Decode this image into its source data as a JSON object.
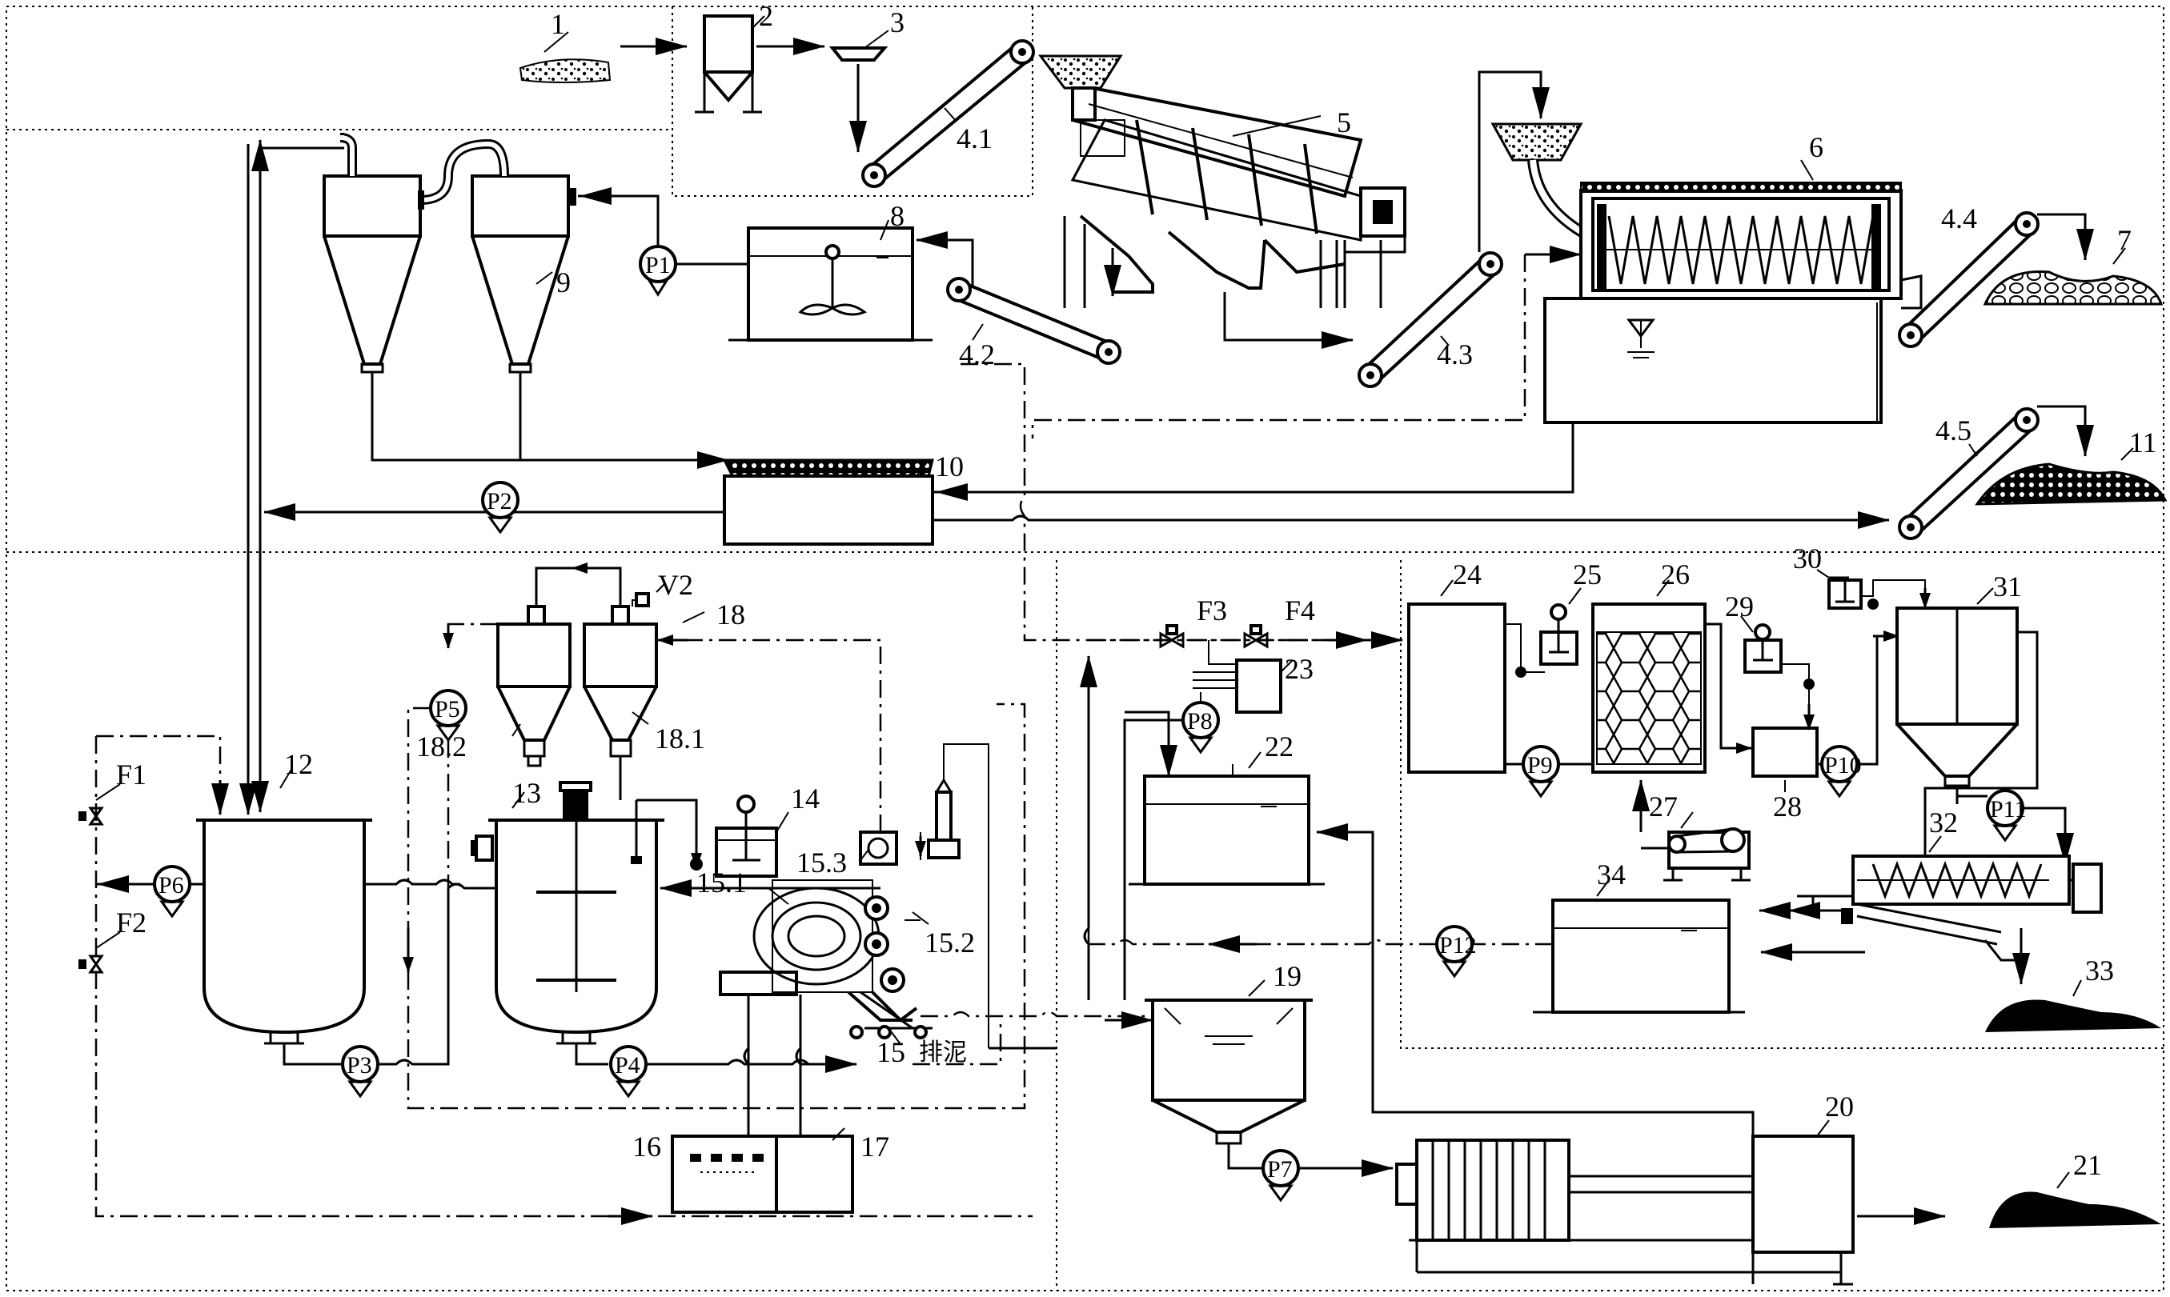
{
  "labels": {
    "raw_material": "1",
    "silo": "2",
    "hopper": "3",
    "conveyor_4_1": "4.1",
    "trommel": "5",
    "washer": "6",
    "pile_7": "7",
    "stir_tank_8": "8",
    "cyclone_9": "9",
    "screen_10": "10",
    "pile_11": "11",
    "tank_12": "12",
    "reactor_13": "13",
    "dosing_14": "14",
    "unit_15": "15",
    "unit_15_1": "15.1",
    "unit_15_2": "15.2",
    "unit_15_3": "15.3",
    "cabinet_16": "16",
    "box_17": "17",
    "cyclone_18": "18",
    "cyclone_18_1": "18.1",
    "cyclone_18_2": "18.2",
    "settler_19": "19",
    "filter_press_20": "20",
    "pile_21": "21",
    "tank_22": "22",
    "box_23": "23",
    "box_24": "24",
    "dosing_25": "25",
    "bio_reactor_26": "26",
    "blower_27": "27",
    "box_28": "28",
    "dosing_29": "29",
    "dosing_30": "30",
    "clarifier_31": "31",
    "screw_32": "32",
    "pile_33": "33",
    "tank_34": "34",
    "conveyor_4_2": "4.2",
    "conveyor_4_3": "4.3",
    "conveyor_4_4": "4.4",
    "conveyor_4_5": "4.5",
    "valve_v2": "V2",
    "valve_f1": "F1",
    "valve_f2": "F2",
    "valve_f3": "F3",
    "valve_f4": "F4",
    "sludge_note": "排泥"
  },
  "pumps": {
    "p1": "P1",
    "p2": "P2",
    "p3": "P3",
    "p4": "P4",
    "p5": "P5",
    "p6": "P6",
    "p7": "P7",
    "p8": "P8",
    "p9": "P9",
    "p10": "P10",
    "p11": "P11",
    "p12": "P12"
  }
}
